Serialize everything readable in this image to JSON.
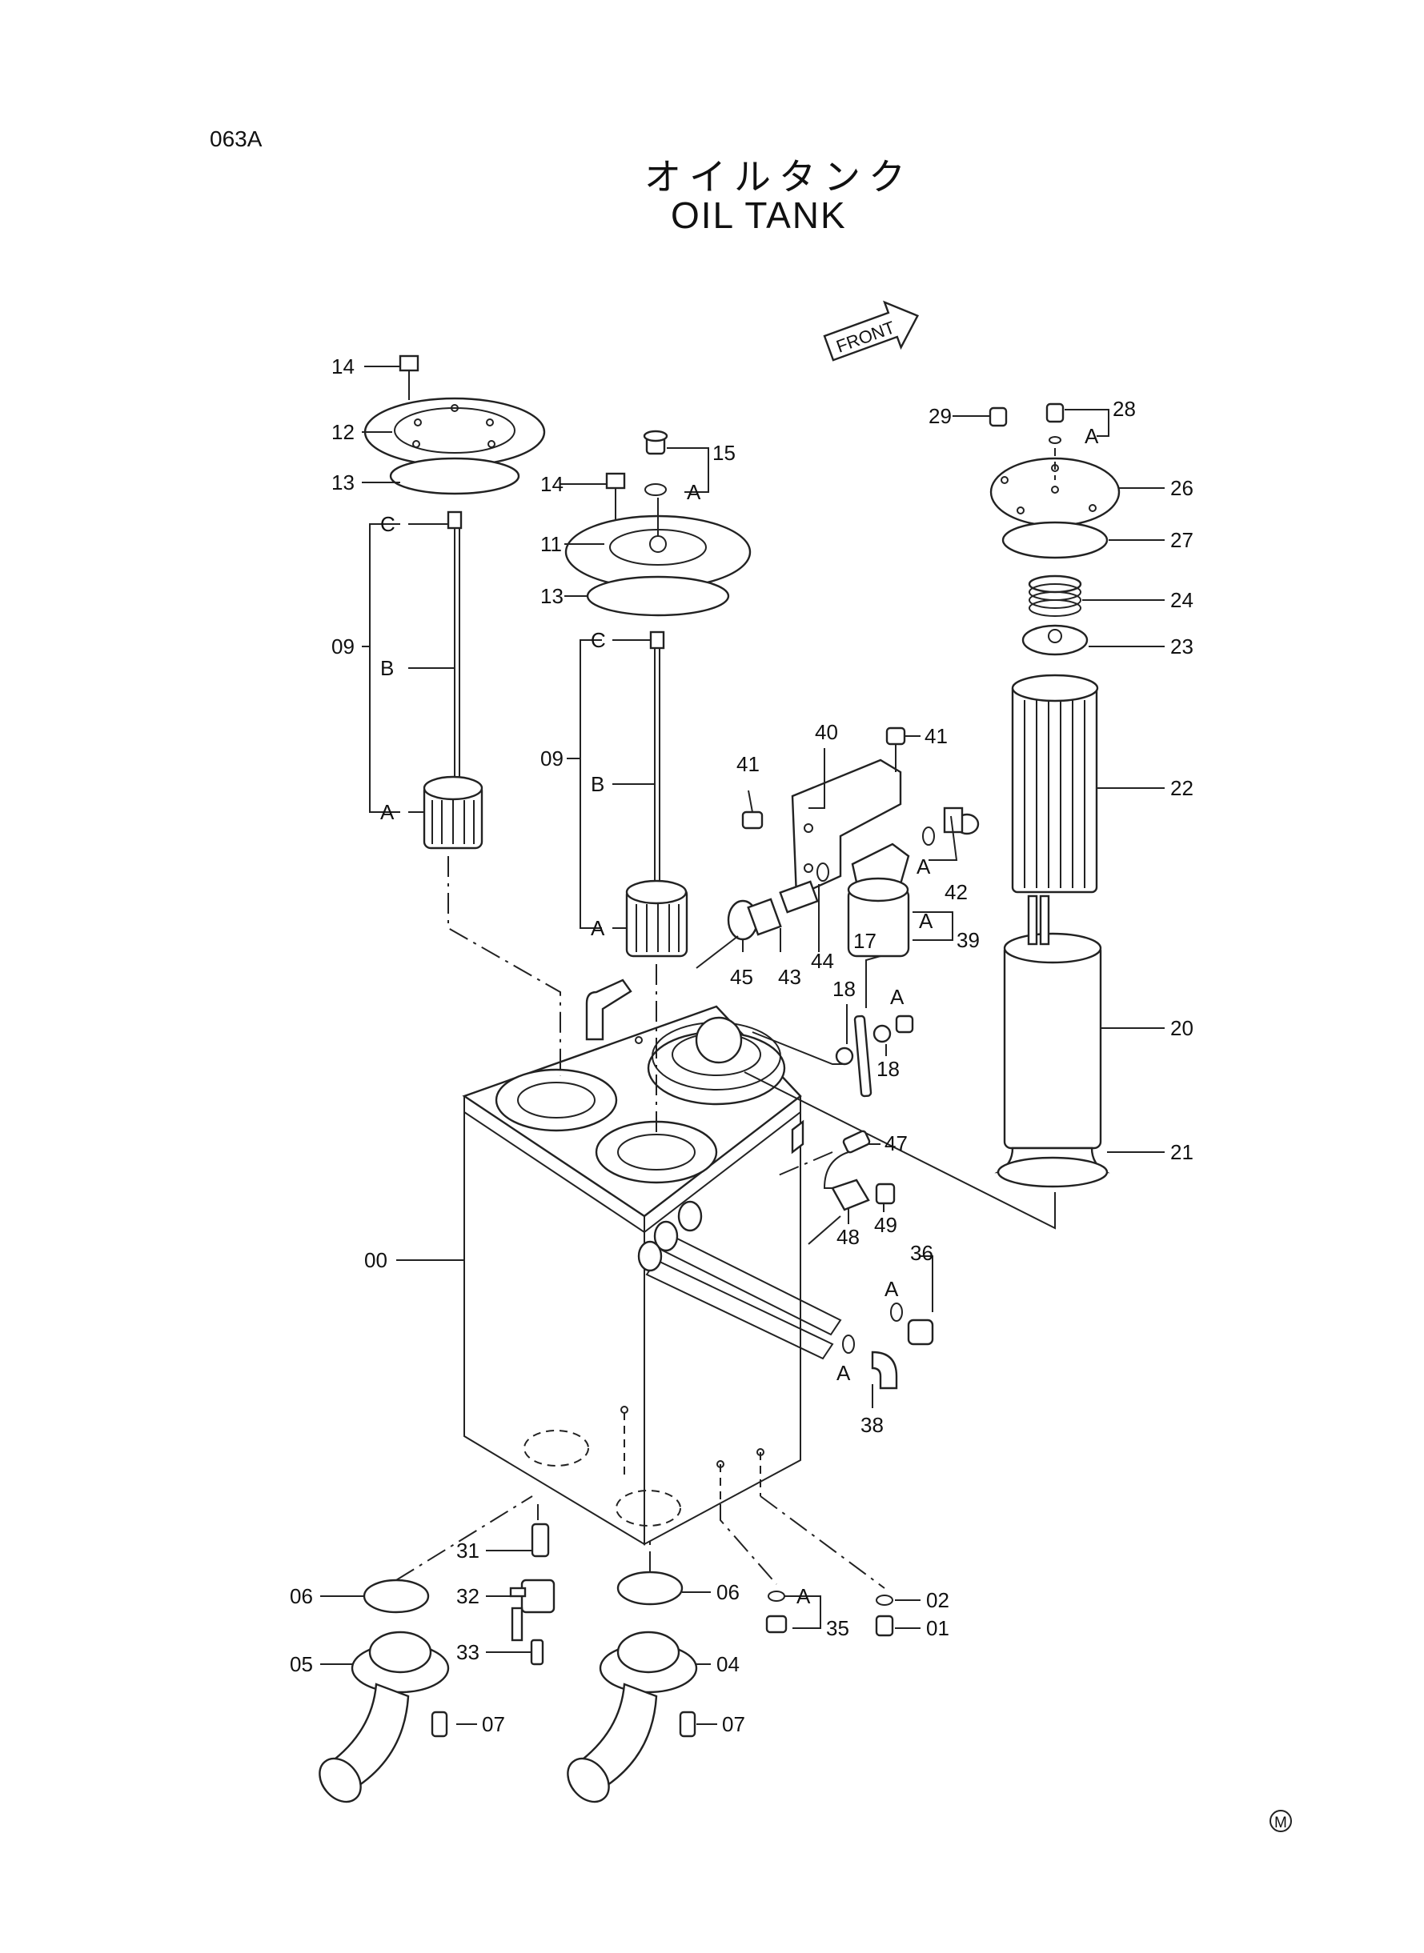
{
  "page_code": "063A",
  "title_jp": "オイルタンク",
  "title_en": "OIL TANK",
  "front_label": "FRONT",
  "mark": "M",
  "callouts": [
    {
      "id": "14",
      "text": "14"
    },
    {
      "id": "12",
      "text": "12"
    },
    {
      "id": "13",
      "text": "13"
    },
    {
      "id": "C",
      "text": "C"
    },
    {
      "id": "09",
      "text": "09"
    },
    {
      "id": "B",
      "text": "B"
    },
    {
      "id": "A",
      "text": "A"
    },
    {
      "id": "15",
      "text": "15"
    },
    {
      "id": "11",
      "text": "11"
    },
    {
      "id": "28",
      "text": "28"
    },
    {
      "id": "29",
      "text": "29"
    },
    {
      "id": "26",
      "text": "26"
    },
    {
      "id": "27",
      "text": "27"
    },
    {
      "id": "24",
      "text": "24"
    },
    {
      "id": "23",
      "text": "23"
    },
    {
      "id": "22",
      "text": "22"
    },
    {
      "id": "20",
      "text": "20"
    },
    {
      "id": "21",
      "text": "21"
    },
    {
      "id": "40",
      "text": "40"
    },
    {
      "id": "41",
      "text": "41"
    },
    {
      "id": "42",
      "text": "42"
    },
    {
      "id": "39",
      "text": "39"
    },
    {
      "id": "43",
      "text": "43"
    },
    {
      "id": "44",
      "text": "44"
    },
    {
      "id": "45",
      "text": "45"
    },
    {
      "id": "17",
      "text": "17"
    },
    {
      "id": "18",
      "text": "18"
    },
    {
      "id": "47",
      "text": "47"
    },
    {
      "id": "48",
      "text": "48"
    },
    {
      "id": "49",
      "text": "49"
    },
    {
      "id": "36",
      "text": "36"
    },
    {
      "id": "38",
      "text": "38"
    },
    {
      "id": "00",
      "text": "00"
    },
    {
      "id": "31",
      "text": "31"
    },
    {
      "id": "32",
      "text": "32"
    },
    {
      "id": "33",
      "text": "33"
    },
    {
      "id": "06",
      "text": "06"
    },
    {
      "id": "05",
      "text": "05"
    },
    {
      "id": "04",
      "text": "04"
    },
    {
      "id": "07",
      "text": "07"
    },
    {
      "id": "02",
      "text": "02"
    },
    {
      "id": "01",
      "text": "01"
    },
    {
      "id": "35",
      "text": "35"
    }
  ]
}
